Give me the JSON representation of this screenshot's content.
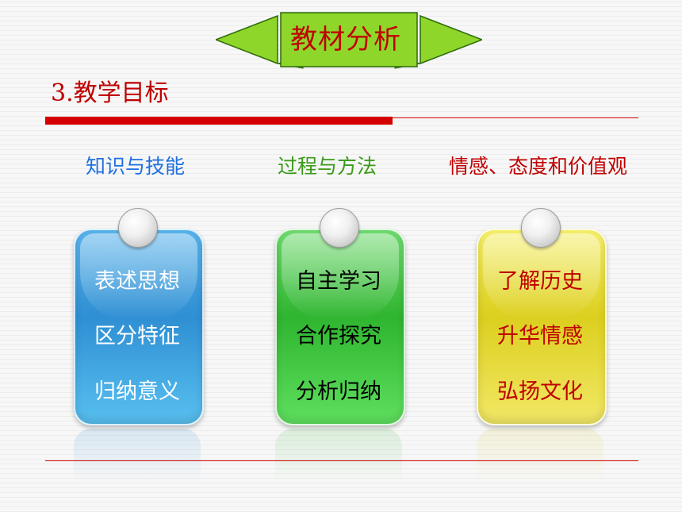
{
  "banner": {
    "title": "教材分析"
  },
  "section": {
    "heading": "3.教学目标"
  },
  "columns": [
    {
      "heading": "知识与技能",
      "items": [
        "表述思想",
        "区分特征",
        "归纳意义"
      ]
    },
    {
      "heading": "过程与方法",
      "items": [
        "自主学习",
        "合作探究",
        "分析归纳"
      ]
    },
    {
      "heading": "情感、态度和价值观",
      "items": [
        "了解历史",
        "升华情感",
        "弘扬文化"
      ]
    }
  ],
  "colors": {
    "accent_red": "#c00000",
    "heading_blue": "#1f6fe0",
    "heading_green": "#3a9a1a",
    "card_blue": "#2f8fd3",
    "card_green": "#2fb52f",
    "card_yellow": "#dccf1f",
    "banner_green": "#8ed62a"
  }
}
